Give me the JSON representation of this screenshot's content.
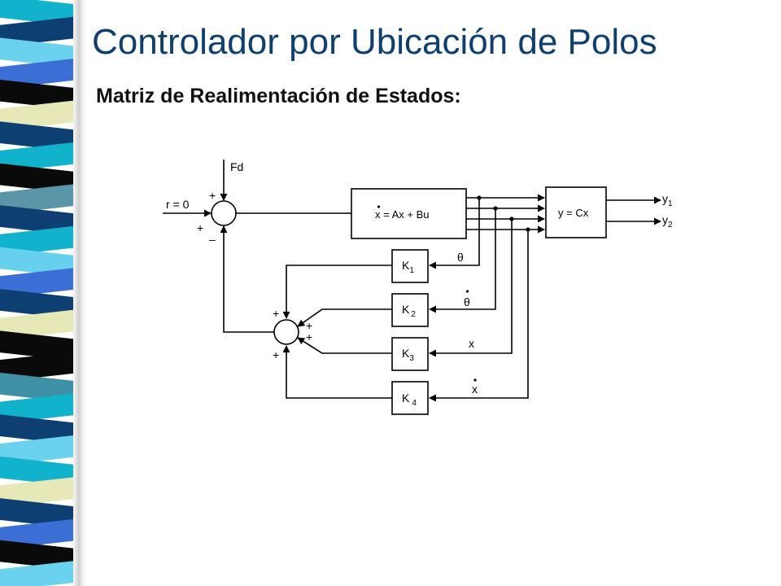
{
  "slide": {
    "title": "Controlador por Ubicación de Polos",
    "subtitle": "Matriz de Realimentación de Estados:"
  },
  "sidebar": {
    "colors": [
      "#11b3cc",
      "#0e3f73",
      "#6ad2ec",
      "#3b6fd6",
      "#0a0a0a",
      "#e6e8b8",
      "#0e3f73",
      "#11b3cc",
      "#0a0a0a",
      "#5b95a8",
      "#0e3f73",
      "#11b3cc",
      "#66d0ee",
      "#3b6fd6",
      "#0e3f73",
      "#e6e8b8",
      "#0a0a0a",
      "#0a0a0a",
      "#3f8fa6",
      "#11b3cc",
      "#0e3f73",
      "#6ad2ec",
      "#11b3cc",
      "#e6e8b8",
      "#0e3f73",
      "#3b6fd6",
      "#0a0a0a",
      "#6ad2ec"
    ]
  },
  "diagram": {
    "input_label": "r = 0",
    "disturbance_label": "Fd",
    "sum1_signs": {
      "top": "+",
      "left": "+",
      "bottom": "–"
    },
    "sum2_signs": {
      "top": "+",
      "right1": "+",
      "right2": "+",
      "bottom": "+"
    },
    "plant": {
      "xdot": "x",
      "rest": " = Ax + Bu"
    },
    "output_block": "y = Cx",
    "outputs": [
      {
        "base": "y",
        "sub": "1"
      },
      {
        "base": "y",
        "sub": "2"
      }
    ],
    "gains": [
      {
        "base": "K",
        "sub": "1"
      },
      {
        "base": "K",
        "sub": "2"
      },
      {
        "base": "K",
        "sub": "3"
      },
      {
        "base": "K",
        "sub": "4"
      }
    ],
    "states": [
      "θ",
      "θ",
      "x",
      "x"
    ]
  }
}
